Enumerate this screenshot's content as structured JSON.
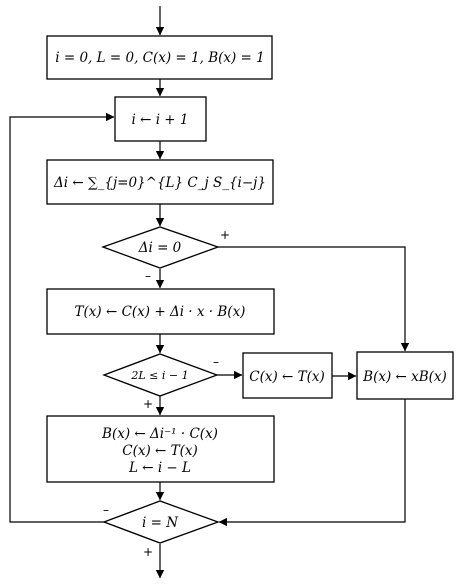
{
  "blocks": {
    "init": "i = 0, L = 0, C(x) = 1, B(x) = 1",
    "increment": "i ← i + 1",
    "discrepancy": "Δi ← ∑_{j=0}^{L} C_j S_{i−j}",
    "check_zero": "Δi = 0",
    "compute_t": "T(x) ← C(x) + Δi · x · B(x)",
    "check_length": "2L ≤ i − 1",
    "copy_t": "C(x) ← T(x)",
    "shift_b": "B(x) ← xB(x)",
    "update_1": "B(x) ← Δi⁻¹ · C(x)",
    "update_2": "C(x) ← T(x)",
    "update_3": "L ← i − L",
    "check_end": "i = N"
  },
  "edge_labels": {
    "zero_yes": "+",
    "zero_no": "–",
    "length_no": "–",
    "length_yes": "+",
    "end_no": "–",
    "end_yes": "+"
  }
}
